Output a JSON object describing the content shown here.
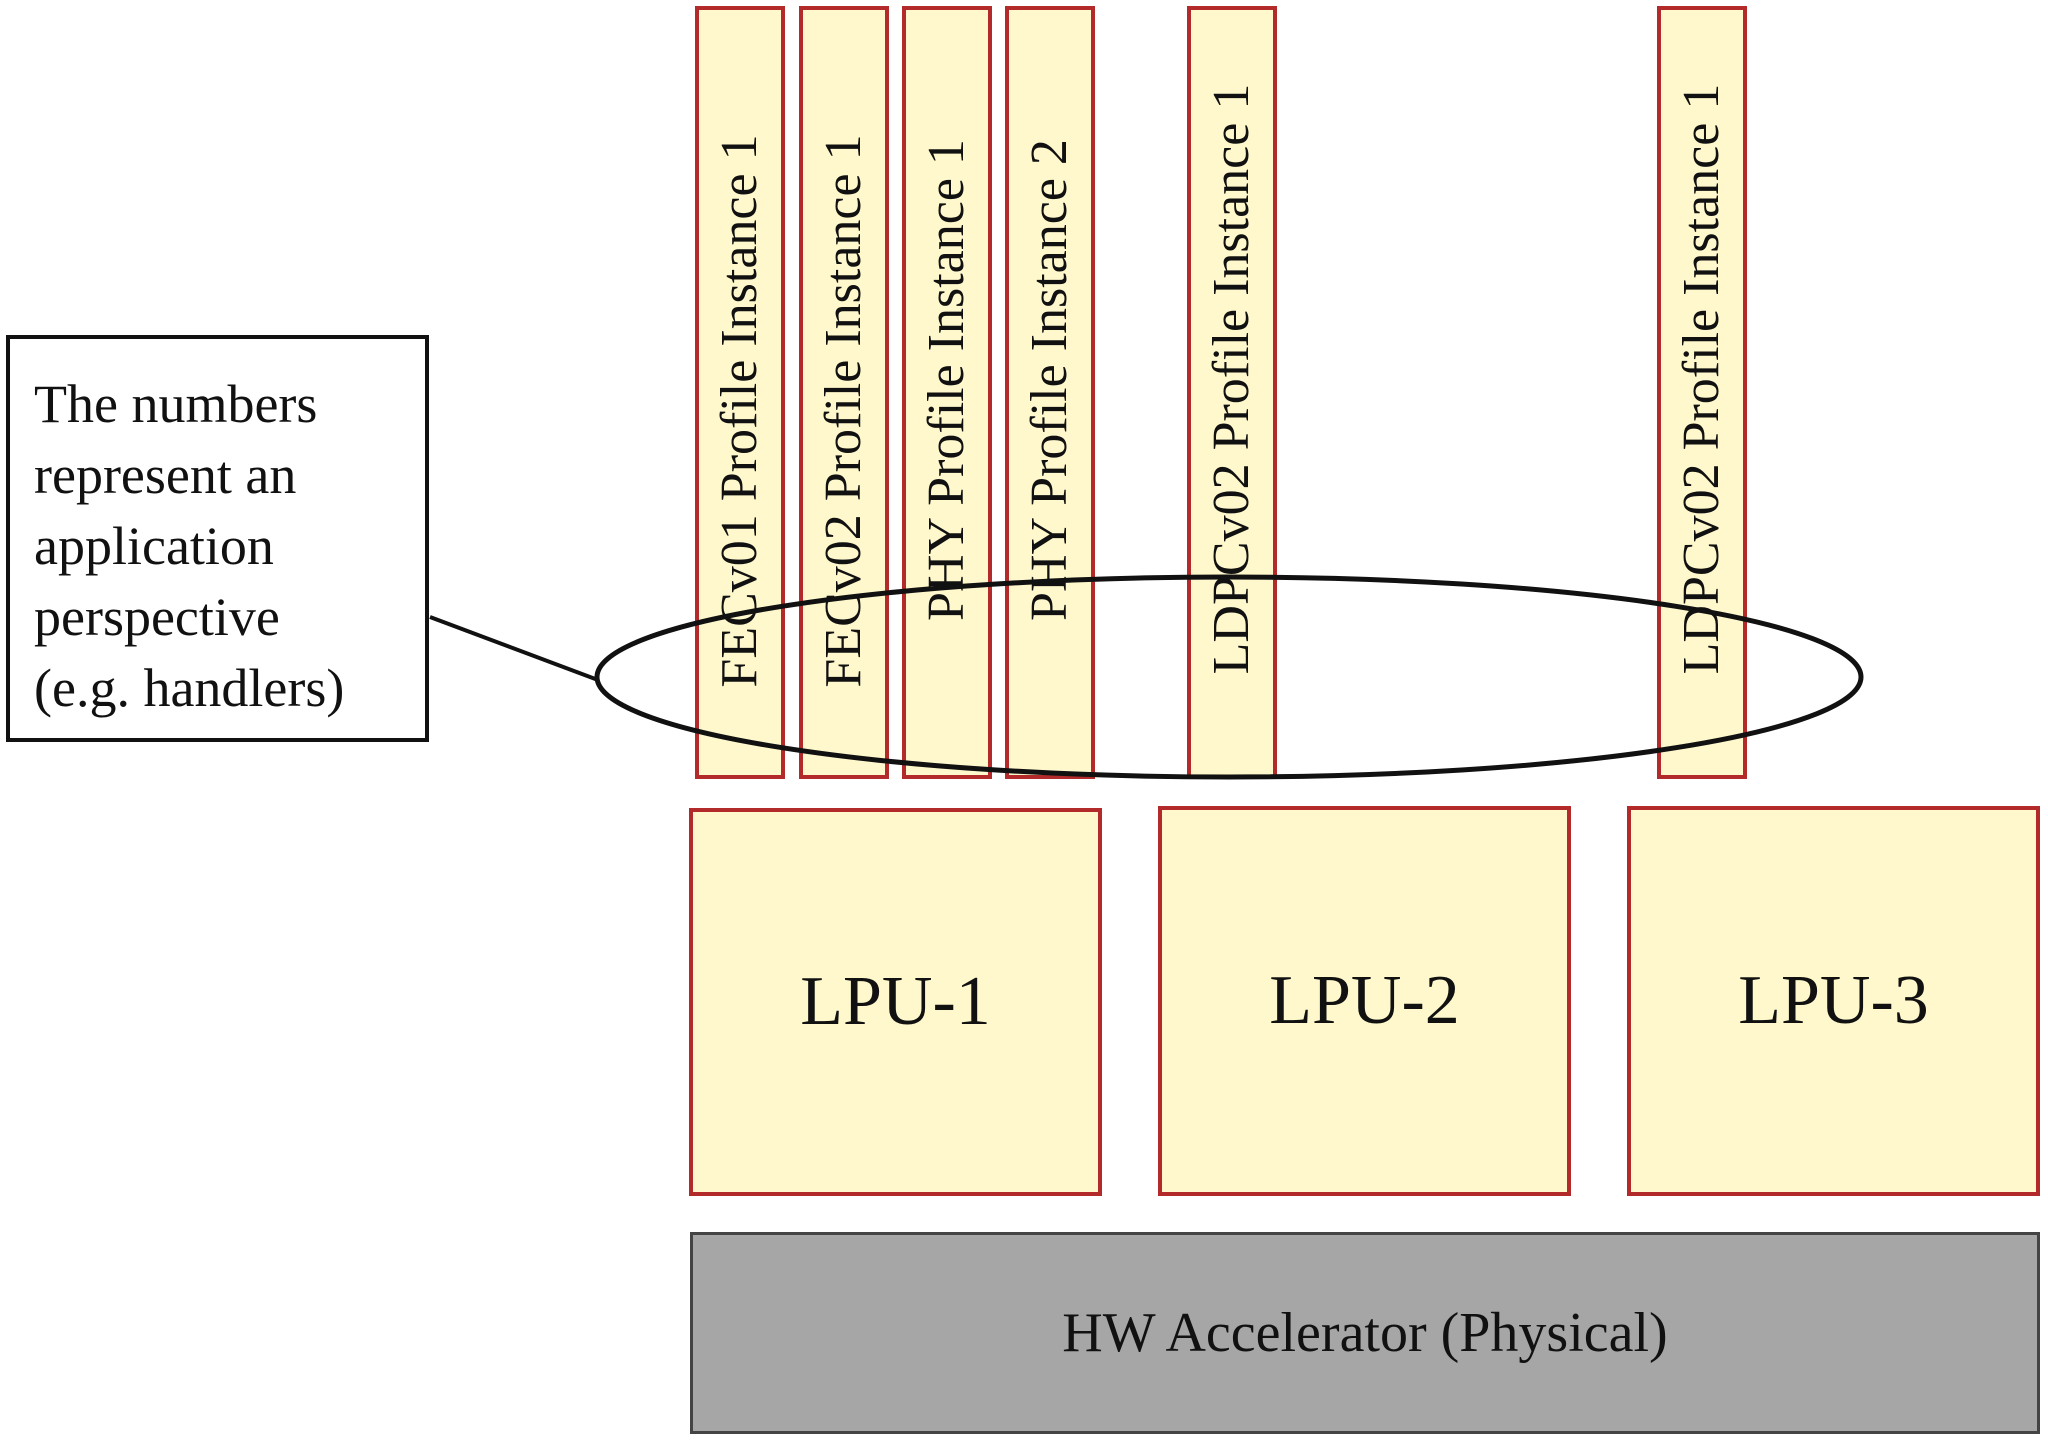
{
  "diagram": {
    "profiles": [
      {
        "id": "fecv01-1",
        "label": "FECv01 Profile Instance 1"
      },
      {
        "id": "fecv02-1",
        "label": "FECv02 Profile Instance 1"
      },
      {
        "id": "phy-1",
        "label": "PHY Profile Instance 1"
      },
      {
        "id": "phy-2",
        "label": "PHY Profile Instance 2"
      },
      {
        "id": "ldpcv02-a",
        "label": "LDPCv02 Profile Instance 1"
      },
      {
        "id": "ldpcv02-b",
        "label": "LDPCv02 Profile Instance 1"
      }
    ],
    "lpus": [
      {
        "label": "LPU-1"
      },
      {
        "label": "LPU-2"
      },
      {
        "label": "LPU-3"
      }
    ],
    "hw": {
      "label": "HW Accelerator (Physical)"
    },
    "note": {
      "lines": [
        "The numbers",
        "represent an",
        "application",
        "perspective",
        "(e.g. handlers)"
      ]
    },
    "colors": {
      "box_fill": "#fef8cc",
      "box_border": "#b22a2a",
      "hw_fill": "#a6a6a6",
      "outline": "#111111"
    }
  }
}
